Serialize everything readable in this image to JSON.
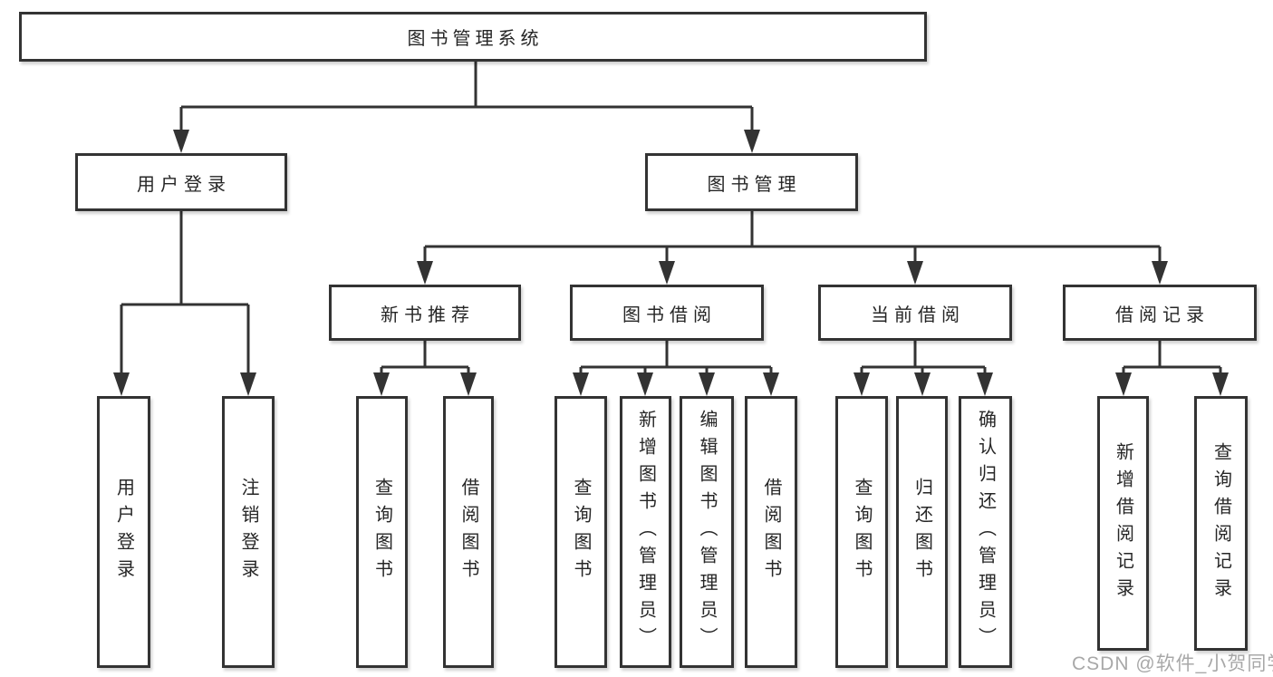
{
  "title": "图书管理系统",
  "level2": [
    {
      "label": "用户登录"
    },
    {
      "label": "图书管理"
    }
  ],
  "level3": [
    {
      "label": "新书推荐",
      "parent": "图书管理"
    },
    {
      "label": "图书借阅",
      "parent": "图书管理"
    },
    {
      "label": "当前借阅",
      "parent": "图书管理"
    },
    {
      "label": "借阅记录",
      "parent": "图书管理"
    }
  ],
  "leaves": [
    {
      "label": "用户登录",
      "parent": "用户登录"
    },
    {
      "label": "注销登录",
      "parent": "用户登录"
    },
    {
      "label": "查询图书",
      "parent": "新书推荐"
    },
    {
      "label": "借阅图书",
      "parent": "新书推荐"
    },
    {
      "label": "查询图书",
      "parent": "图书借阅"
    },
    {
      "label": "新增图书（管理员）",
      "parent": "图书借阅"
    },
    {
      "label": "编辑图书（管理员）",
      "parent": "图书借阅"
    },
    {
      "label": "借阅图书",
      "parent": "图书借阅"
    },
    {
      "label": "查询图书",
      "parent": "当前借阅"
    },
    {
      "label": "归还图书",
      "parent": "当前借阅"
    },
    {
      "label": "确认归还（管理员）",
      "parent": "当前借阅"
    },
    {
      "label": "新增借阅记录",
      "parent": "借阅记录"
    },
    {
      "label": "查询借阅记录",
      "parent": "借阅记录"
    }
  ],
  "watermark": "CSDN @软件_小贺同学",
  "colors": {
    "line": "#333333",
    "text": "#262626",
    "background": "#ffffff",
    "watermark": "#999999"
  }
}
